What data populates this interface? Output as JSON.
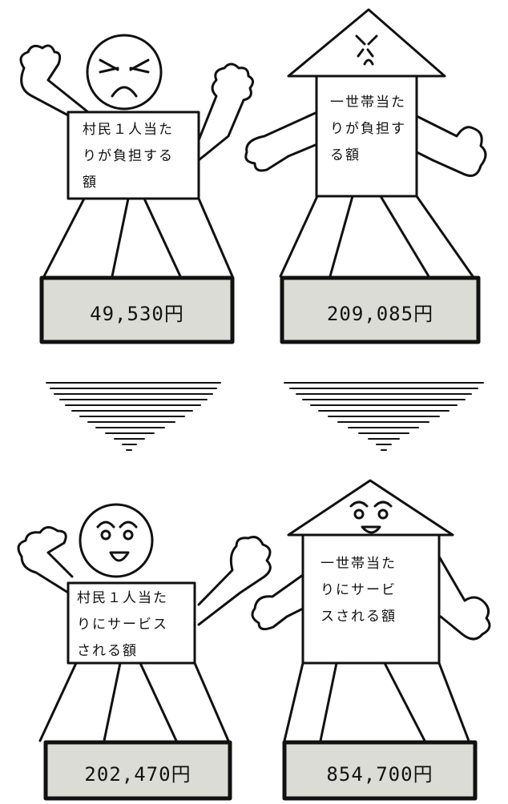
{
  "top": {
    "person_box": [
      "村民１人当た",
      "りが負担する",
      "額"
    ],
    "person_amount": "49,530円",
    "house_box": [
      "一世帯当た",
      "りが負担す",
      "る額"
    ],
    "house_amount": "209,085円"
  },
  "bottom": {
    "person_box": [
      "村民１人当た",
      "りにサービス",
      "される額"
    ],
    "person_amount": "202,470円",
    "house_box": [
      "一世帯当た",
      "りにサービ",
      "スされる額"
    ],
    "house_amount": "854,700円"
  },
  "colors": {
    "line": "#111111",
    "pedestal_fill": "#dcdcd6"
  }
}
